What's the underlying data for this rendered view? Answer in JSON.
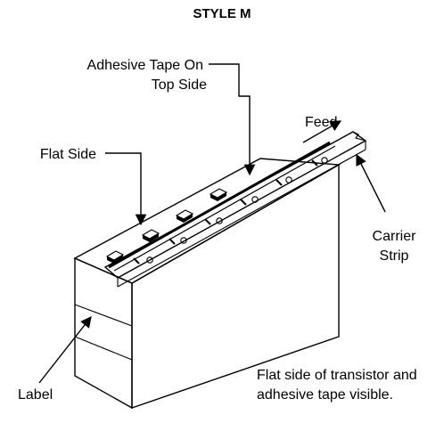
{
  "diagram": {
    "title": "STYLE M",
    "labels": {
      "adhesive_line1": "Adhesive Tape On",
      "adhesive_line2": "Top Side",
      "feed": "Feed",
      "flat_side": "Flat Side",
      "carrier_line1": "Carrier",
      "carrier_line2": "Strip",
      "label": "Label",
      "note_line1": "Flat side of transistor and",
      "note_line2": "adhesive tape visible."
    }
  }
}
